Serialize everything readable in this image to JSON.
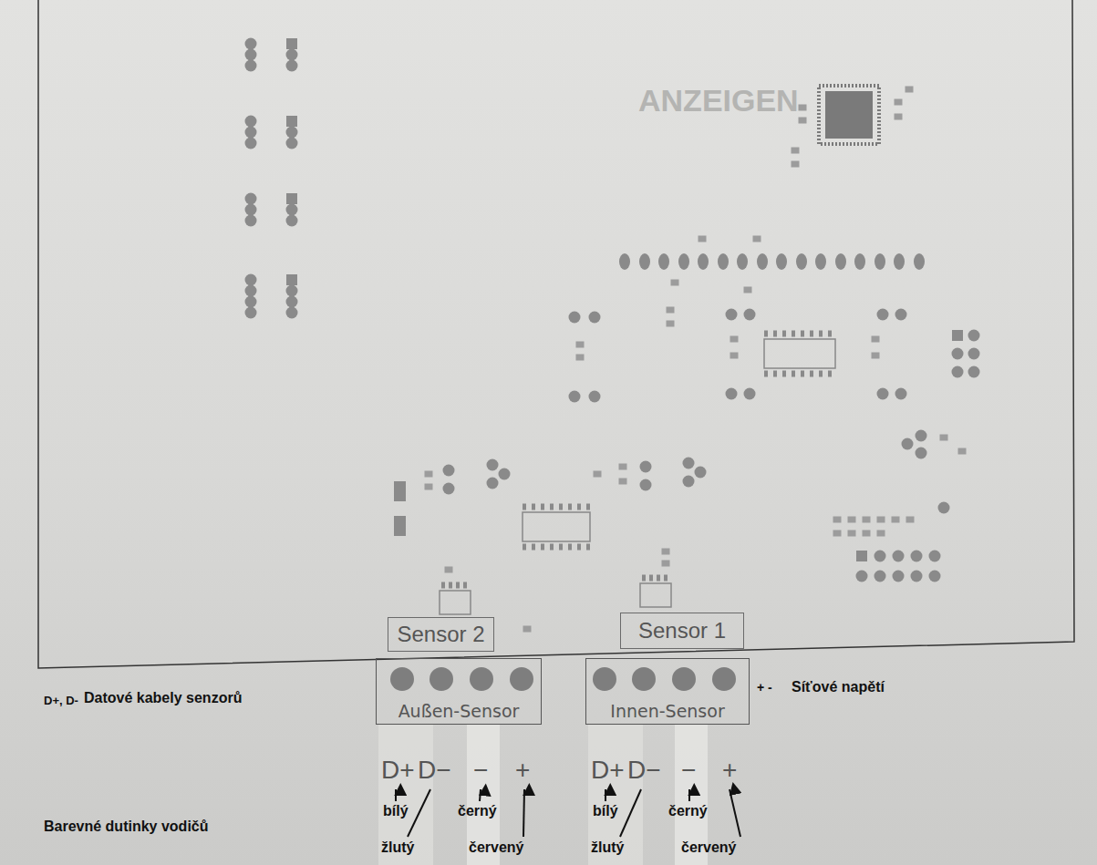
{
  "diagram": {
    "nodes": [
      {
        "text": [
          "Sensor 2"
        ]
      },
      {
        "text": [
          "Außen-Sensor"
        ]
      },
      {
        "text": [
          "Sensor 1"
        ]
      },
      {
        "text": [
          "Innen-Sensor"
        ]
      }
    ],
    "labels": [
      "ANZEIGEN",
      "D+, D-",
      "Datové kabely senzorů",
      "+ -",
      "Síťové napětí",
      "D+",
      "D−",
      "−",
      "+",
      "D+",
      "D−",
      "−",
      "+",
      "bílý",
      "černý",
      "žlutý",
      "červený",
      "bílý",
      "černý",
      "žlutý",
      "červený",
      "Barevné dutinky vodičů"
    ]
  }
}
